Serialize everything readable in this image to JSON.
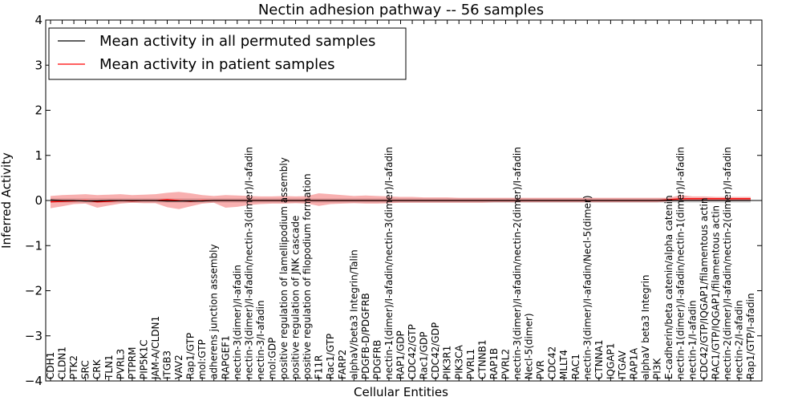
{
  "chart_data": {
    "type": "line",
    "title": "Nectin adhesion pathway -- 56 samples",
    "xlabel": "Cellular Entities",
    "ylabel": "Inferred Activity",
    "ylim": [
      -4,
      4
    ],
    "yticks": [
      -4,
      -3,
      -2,
      -1,
      0,
      1,
      2,
      3,
      4
    ],
    "legend_position": "top-left",
    "categories": [
      "CDH1",
      "CLDN1",
      "PTK2",
      "SRC",
      "CRK",
      "TLN1",
      "PVRL3",
      "PTPRM",
      "PIP5K1C",
      "JAM-A/CLDN1",
      "ITGB3",
      "VAV2",
      "Rap1/GTP",
      "mol:GTP",
      "adherens junction assembly",
      "RAPGEF1",
      "nectin-3(dimer)/I-afadin",
      "nectin-3(dimer)/I-afadin/nectin-3(dimer)/I-afadin",
      "nectin-3/I-afadin",
      "mol:GDP",
      "positive regulation of lamellipodium assembly",
      "positive regulation of JNK cascade",
      "positive regulation of filopodium formation",
      "F11R",
      "Rac1/GTP",
      "FARP2",
      "alphaV/beta3 Integrin/Talin",
      "PDGFB-D/PDGFRB",
      "PDGFRB",
      "nectin-1(dimer)/I-afadin/nectin-3(dimer)/I-afadin",
      "RAP1/GDP",
      "CDC42/GTP",
      "Rac1/GDP",
      "CDC42/GDP",
      "PIK3R1",
      "PIK3CA",
      "PVRL1",
      "CTNNB1",
      "RAP1B",
      "PVRL2",
      "nectin-3(dimer)/I-afadin/nectin-2(dimer)/I-afadin",
      "Necl-5(dimer)",
      "PVR",
      "CDC42",
      "MLLT4",
      "RAC1",
      "nectin-3(dimer)/I-afadin/Necl-5(dimer)",
      "CTNNA1",
      "IQGAP1",
      "ITGAV",
      "RAP1A",
      "alphaV beta3 Integrin",
      "PI3K",
      "E-cadherin/beta catenin/alpha catenin",
      "nectin-1(dimer)/I-afadin/nectin-1(dimer)/I-afadin",
      "nectin-1/I-afadin",
      "CDC42/GTP/IQGAP1/filamentous actin",
      "RAC1/GTP/IQGAP1/filamentous actin",
      "nectin-2(dimer)/I-afadin/nectin-2(dimer)/I-afadin",
      "nectin-2/I-afadin",
      "Rap1/GTP/I-afadin"
    ],
    "series": [
      {
        "name": "Mean activity in all permuted samples",
        "color": "#000000",
        "values": [
          0.01,
          0.0,
          0.0,
          -0.01,
          -0.01,
          0.0,
          0.0,
          0.0,
          0.0,
          0.0,
          -0.01,
          -0.01,
          -0.01,
          -0.01,
          0.0,
          0.0,
          0.0,
          0.0,
          0.0,
          0.0,
          0.0,
          0.0,
          0.0,
          0.0,
          0.0,
          0.0,
          0.0,
          0.0,
          0.0,
          0.0,
          0.0,
          0.0,
          0.0,
          0.0,
          0.0,
          0.0,
          0.0,
          0.0,
          0.0,
          0.0,
          0.0,
          0.0,
          0.0,
          0.0,
          0.0,
          0.0,
          0.0,
          0.0,
          0.0,
          0.0,
          0.0,
          0.0,
          0.0,
          0.0,
          0.0,
          0.0,
          0.0,
          0.0,
          0.0,
          0.0,
          0.0
        ],
        "band_low": [
          -0.05,
          -0.05,
          -0.05,
          -0.05,
          -0.05,
          -0.05,
          -0.05,
          -0.05,
          -0.05,
          -0.05,
          -0.05,
          -0.05,
          -0.05,
          -0.05,
          -0.05,
          -0.05,
          -0.05,
          -0.05,
          -0.05,
          -0.05,
          -0.05,
          -0.05,
          -0.05,
          -0.05,
          -0.05,
          -0.05,
          -0.05,
          -0.05,
          -0.05,
          -0.05,
          -0.05,
          -0.05,
          -0.05,
          -0.05,
          -0.05,
          -0.05,
          -0.05,
          -0.05,
          -0.05,
          -0.05,
          -0.05,
          -0.05,
          -0.05,
          -0.05,
          -0.05,
          -0.05,
          -0.05,
          -0.05,
          -0.05,
          -0.05,
          -0.05,
          -0.05,
          -0.05,
          -0.05,
          -0.05,
          -0.05,
          -0.05,
          -0.05,
          -0.05,
          -0.05,
          -0.05
        ],
        "band_high": [
          0.05,
          0.05,
          0.05,
          0.05,
          0.05,
          0.05,
          0.05,
          0.05,
          0.05,
          0.05,
          0.05,
          0.05,
          0.05,
          0.05,
          0.05,
          0.05,
          0.05,
          0.05,
          0.05,
          0.05,
          0.05,
          0.05,
          0.05,
          0.05,
          0.05,
          0.05,
          0.05,
          0.05,
          0.05,
          0.05,
          0.05,
          0.05,
          0.05,
          0.05,
          0.05,
          0.05,
          0.05,
          0.05,
          0.05,
          0.05,
          0.05,
          0.05,
          0.05,
          0.05,
          0.05,
          0.05,
          0.05,
          0.05,
          0.05,
          0.05,
          0.05,
          0.05,
          0.05,
          0.05,
          0.05,
          0.05,
          0.05,
          0.05,
          0.05,
          0.05,
          0.05
        ]
      },
      {
        "name": "Mean activity in patient samples",
        "color": "#ff0000",
        "values": [
          -0.03,
          -0.02,
          -0.01,
          0.0,
          -0.03,
          -0.02,
          0.0,
          -0.01,
          0.0,
          0.0,
          0.02,
          0.0,
          -0.02,
          0.0,
          0.0,
          0.0,
          0.0,
          0.0,
          0.0,
          0.0,
          0.0,
          0.0,
          0.0,
          0.0,
          0.0,
          0.0,
          0.0,
          0.0,
          0.0,
          0.0,
          0.0,
          0.0,
          0.0,
          0.0,
          0.0,
          0.0,
          0.0,
          0.0,
          0.0,
          0.0,
          0.0,
          0.0,
          0.0,
          0.0,
          0.0,
          0.0,
          0.0,
          0.0,
          0.0,
          0.0,
          0.0,
          0.0,
          0.0,
          0.02,
          0.04,
          0.04,
          0.04,
          0.04,
          0.04,
          0.04,
          0.04
        ],
        "band_low": [
          -0.17,
          -0.13,
          -0.08,
          -0.07,
          -0.16,
          -0.11,
          -0.07,
          -0.05,
          -0.06,
          -0.06,
          -0.15,
          -0.19,
          -0.13,
          -0.07,
          -0.05,
          -0.16,
          -0.14,
          -0.1,
          -0.08,
          -0.07,
          -0.07,
          -0.06,
          -0.07,
          -0.12,
          -0.08,
          -0.07,
          -0.06,
          -0.07,
          -0.07,
          -0.06,
          -0.05,
          -0.05,
          -0.05,
          -0.05,
          -0.05,
          -0.05,
          -0.05,
          -0.05,
          -0.04,
          -0.04,
          -0.04,
          -0.04,
          -0.04,
          -0.04,
          -0.04,
          -0.04,
          -0.04,
          -0.04,
          -0.04,
          -0.04,
          -0.04,
          -0.04,
          -0.04,
          -0.02,
          -0.01,
          -0.01,
          -0.01,
          -0.01,
          -0.01,
          -0.01,
          -0.01
        ],
        "band_high": [
          0.1,
          0.12,
          0.13,
          0.14,
          0.12,
          0.13,
          0.14,
          0.12,
          0.13,
          0.14,
          0.17,
          0.19,
          0.16,
          0.12,
          0.1,
          0.12,
          0.11,
          0.1,
          0.09,
          0.09,
          0.1,
          0.09,
          0.1,
          0.16,
          0.14,
          0.12,
          0.1,
          0.11,
          0.1,
          0.09,
          0.08,
          0.08,
          0.07,
          0.07,
          0.07,
          0.06,
          0.06,
          0.06,
          0.06,
          0.06,
          0.06,
          0.06,
          0.06,
          0.06,
          0.06,
          0.06,
          0.06,
          0.06,
          0.06,
          0.06,
          0.06,
          0.06,
          0.06,
          0.06,
          0.12,
          0.09,
          0.09,
          0.08,
          0.08,
          0.08,
          0.08
        ]
      }
    ]
  }
}
